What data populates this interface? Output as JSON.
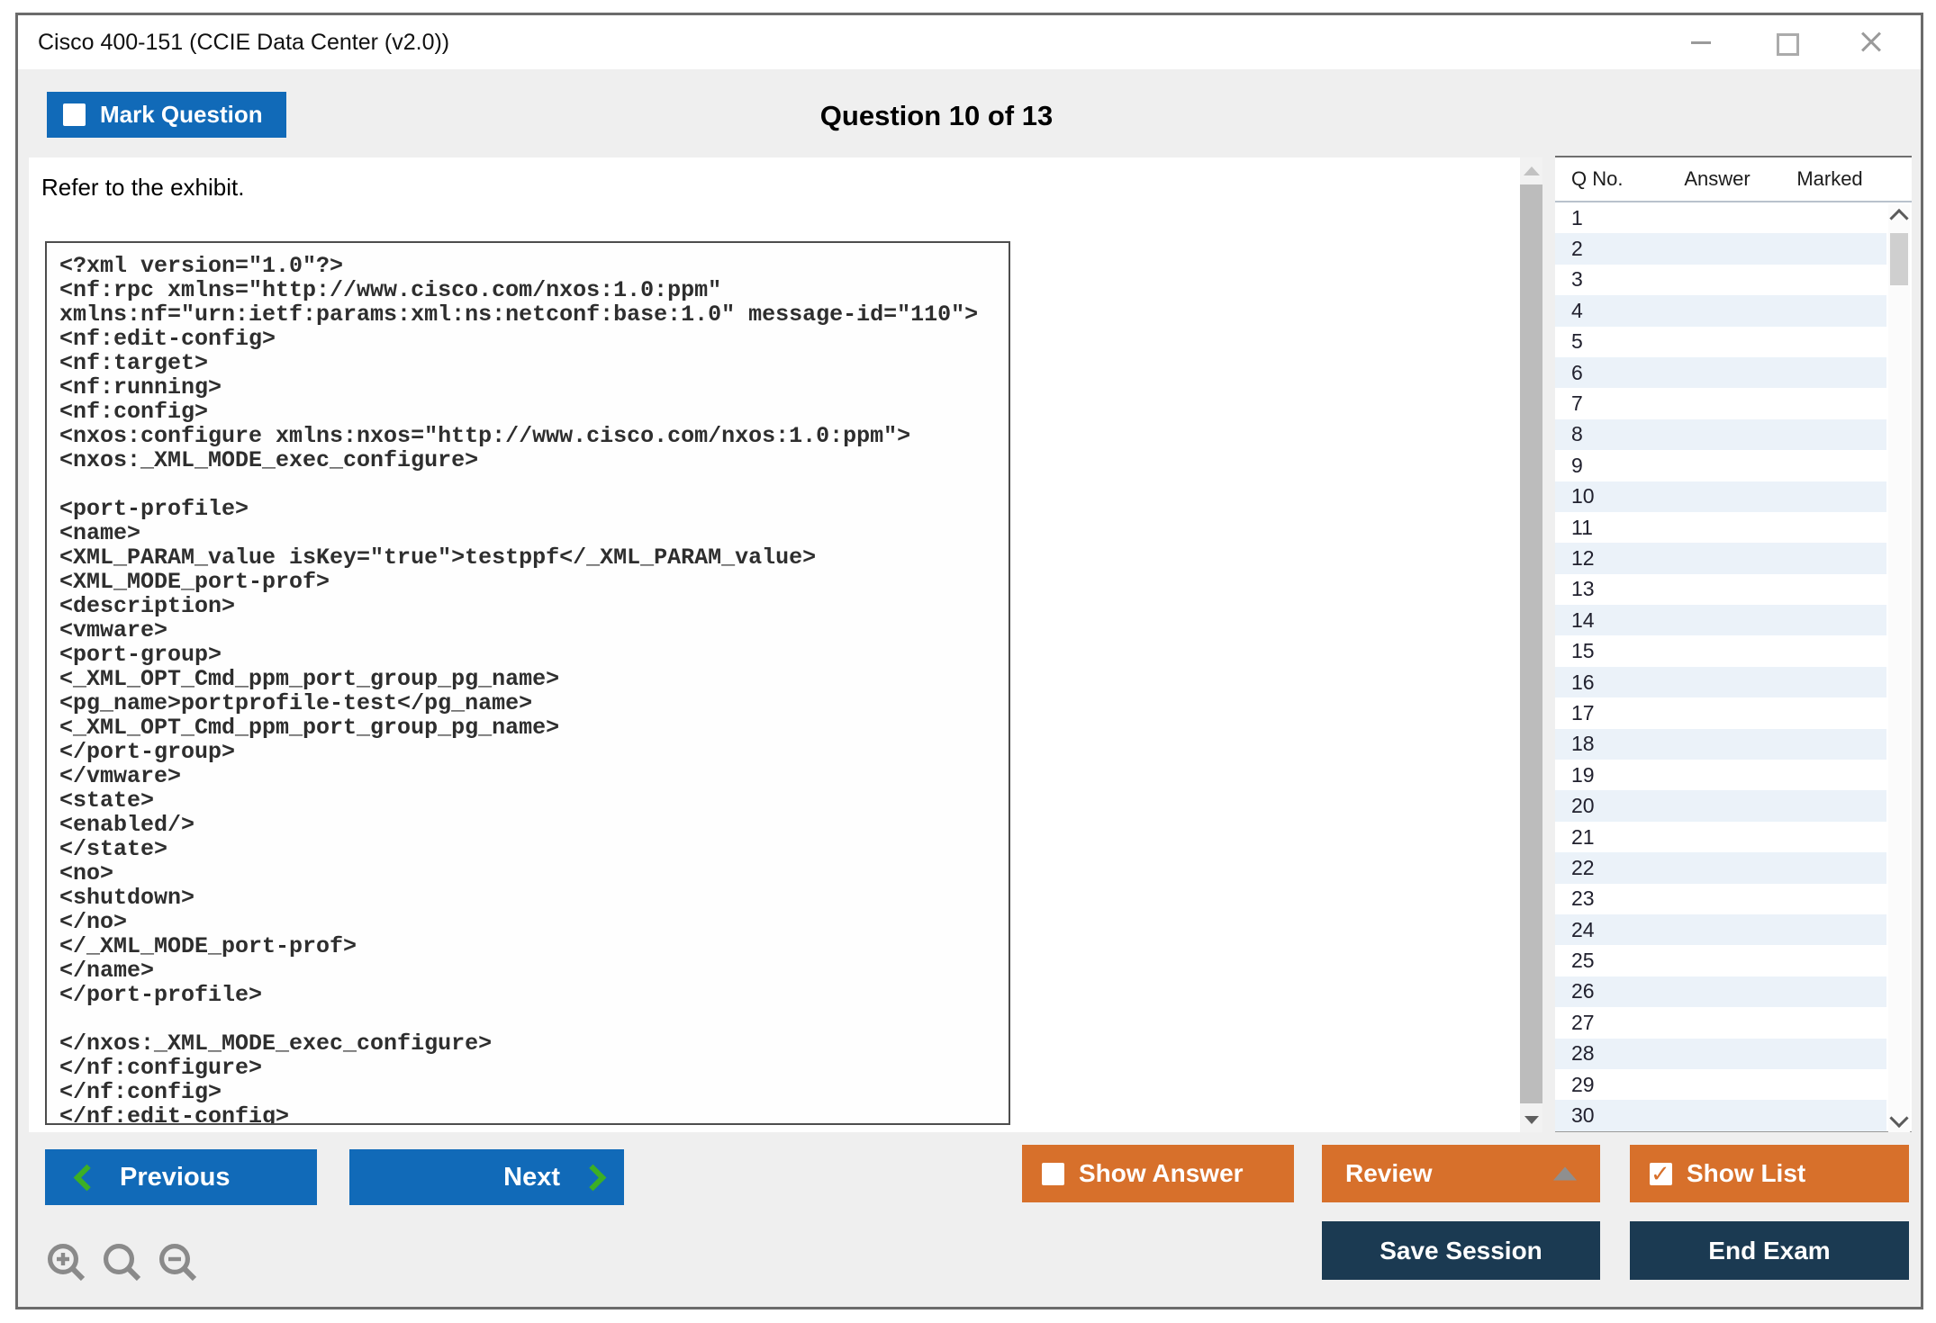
{
  "window": {
    "title": "Cisco 400-151 (CCIE Data Center (v2.0))"
  },
  "header": {
    "mark_question_label": "Mark Question",
    "mark_question_checked": false,
    "question_counter": "Question 10 of 13"
  },
  "question": {
    "prompt": "Refer to the exhibit.",
    "exhibit_code_lines": [
      "<?xml version=\"1.0\"?>",
      "<nf:rpc xmlns=\"http://www.cisco.com/nxos:1.0:ppm\"",
      "xmlns:nf=\"urn:ietf:params:xml:ns:netconf:base:1.0\" message-id=\"110\">",
      "<nf:edit-config>",
      "<nf:target>",
      "<nf:running>",
      "<nf:config>",
      "<nxos:configure xmlns:nxos=\"http://www.cisco.com/nxos:1.0:ppm\">",
      "<nxos:_XML_MODE_exec_configure>",
      "",
      "<port-profile>",
      "<name>",
      "<XML_PARAM_value isKey=\"true\">testppf</_XML_PARAM_value>",
      "<XML_MODE_port-prof>",
      "<description>",
      "<vmware>",
      "<port-group>",
      "<_XML_OPT_Cmd_ppm_port_group_pg_name>",
      "<pg_name>portprofile-test</pg_name>",
      "<_XML_OPT_Cmd_ppm_port_group_pg_name>",
      "</port-group>",
      "</vmware>",
      "<state>",
      "<enabled/>",
      "</state>",
      "<no>",
      "<shutdown>",
      "</no>",
      "</_XML_MODE_port-prof>",
      "</name>",
      "</port-profile>",
      "",
      "</nxos:_XML_MODE_exec_configure>",
      "</nf:configure>",
      "</nf:config>",
      "</nf:edit-config>"
    ]
  },
  "question_list": {
    "columns": [
      "Q No.",
      "Answer",
      "Marked"
    ],
    "rows": [
      "1",
      "2",
      "3",
      "4",
      "5",
      "6",
      "7",
      "8",
      "9",
      "10",
      "11",
      "12",
      "13",
      "14",
      "15",
      "16",
      "17",
      "18",
      "19",
      "20",
      "21",
      "22",
      "23",
      "24",
      "25",
      "26",
      "27",
      "28",
      "29",
      "30"
    ]
  },
  "footer": {
    "previous_label": "Previous",
    "next_label": "Next",
    "show_answer_label": "Show Answer",
    "show_answer_checked": false,
    "review_label": "Review",
    "show_list_label": "Show List",
    "show_list_checked": true,
    "save_session_label": "Save Session",
    "end_exam_label": "End Exam"
  },
  "icons": {
    "check_glyph": "✓",
    "check_color": "#d7702b"
  },
  "colors": {
    "accent_blue": "#116ab8",
    "accent_orange": "#d7702b",
    "navy": "#1b3a52",
    "green": "#3caf25",
    "band_gray": "#efefef",
    "row_stripe": "#ebf2f9"
  }
}
